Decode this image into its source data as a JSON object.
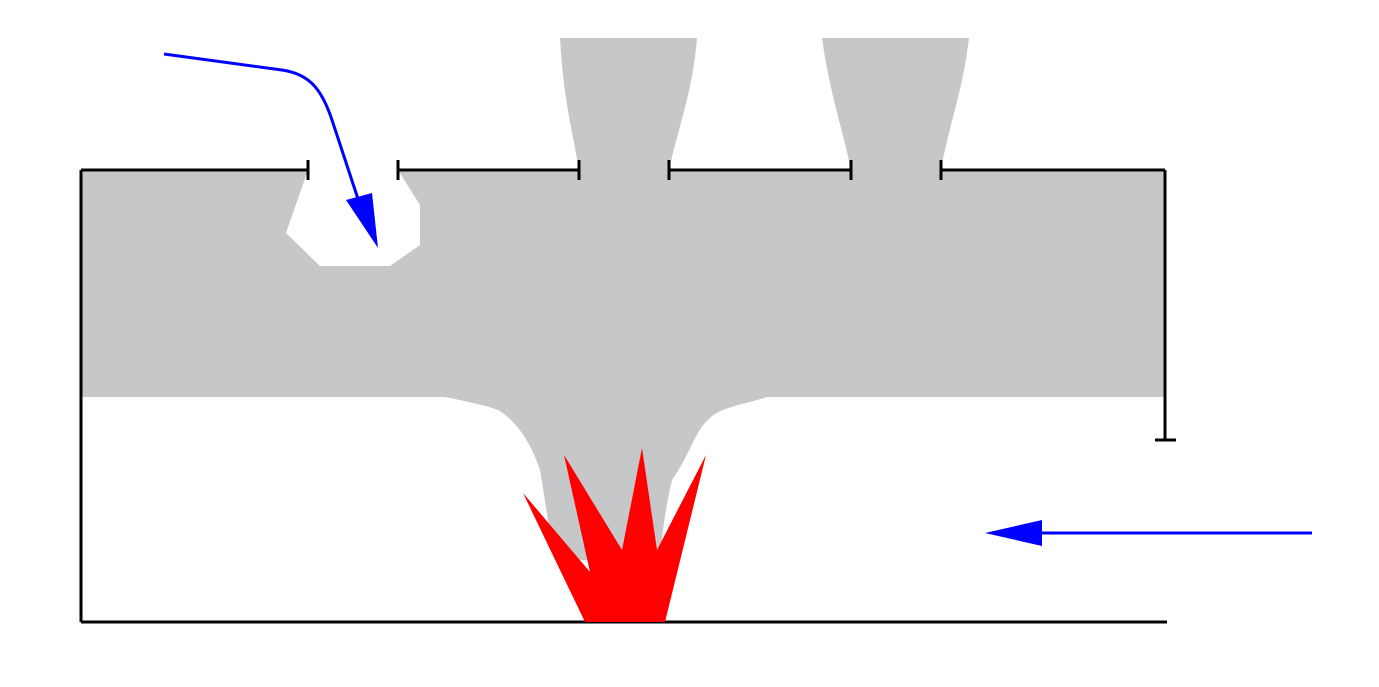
{
  "diagram": {
    "colors": {
      "smoke": "#c6c7c9",
      "walls": "#000000",
      "airflow": "#0000ff",
      "fire": "#ff0000",
      "background": "#ffffff"
    },
    "elements": {
      "smoke_layer": "smoke",
      "fire_source": "fire",
      "airflow_arrows": "airflow",
      "enclosure": "walls"
    }
  }
}
